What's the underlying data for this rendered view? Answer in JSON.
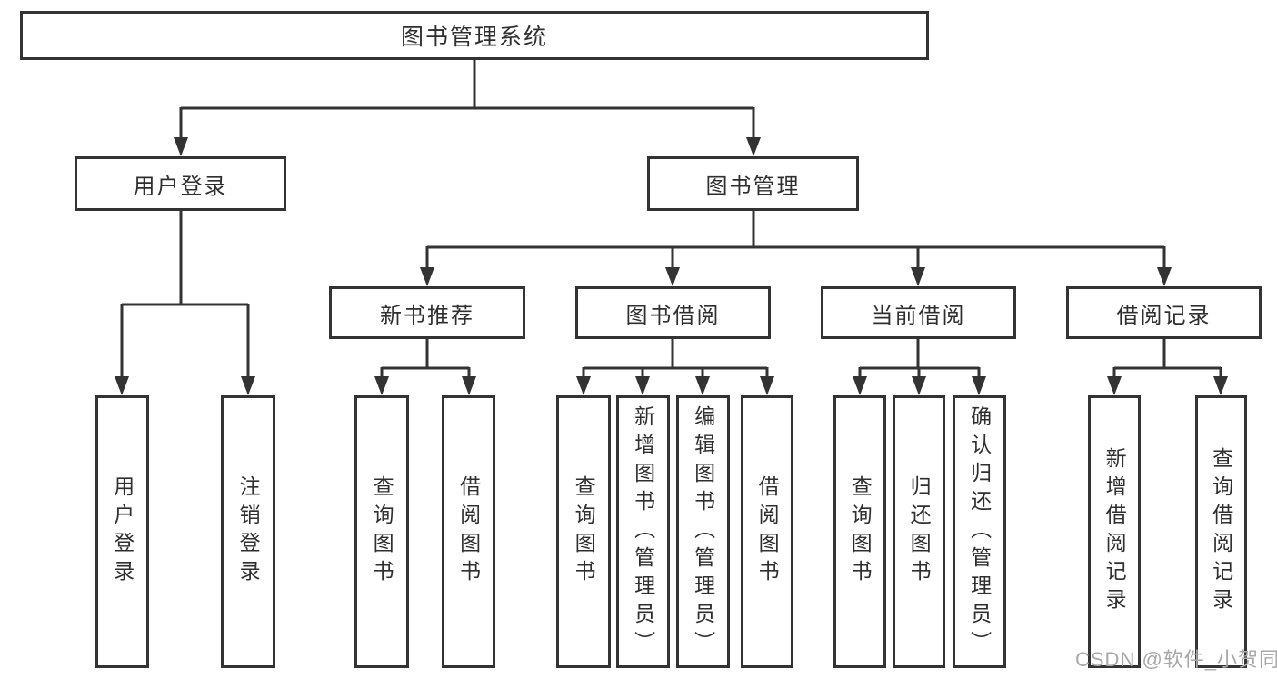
{
  "diagram": {
    "title": "图书管理系统",
    "tree": {
      "label": "图书管理系统",
      "children": [
        {
          "label": "用户登录",
          "children": [
            {
              "label": "用户登录"
            },
            {
              "label": "注销登录"
            }
          ]
        },
        {
          "label": "图书管理",
          "children": [
            {
              "label": "新书推荐",
              "children": [
                {
                  "label": "查询图书"
                },
                {
                  "label": "借阅图书"
                }
              ]
            },
            {
              "label": "图书借阅",
              "children": [
                {
                  "label": "查询图书"
                },
                {
                  "label": "新增图书（管理员）"
                },
                {
                  "label": "编辑图书（管理员）"
                },
                {
                  "label": "借阅图书"
                }
              ]
            },
            {
              "label": "当前借阅",
              "children": [
                {
                  "label": "查询图书"
                },
                {
                  "label": "归还图书"
                },
                {
                  "label": "确认归还（管理员）"
                }
              ]
            },
            {
              "label": "借阅记录",
              "children": [
                {
                  "label": "新增借阅记录"
                },
                {
                  "label": "查询借阅记录"
                }
              ]
            }
          ]
        }
      ]
    },
    "colors": {
      "line": "#333333",
      "box_background": "#ffffff",
      "text": "#2f2f2f",
      "watermark_text": "#a8a8a8"
    },
    "watermark": {
      "text": "CSDN @软件_小贺同学"
    }
  }
}
